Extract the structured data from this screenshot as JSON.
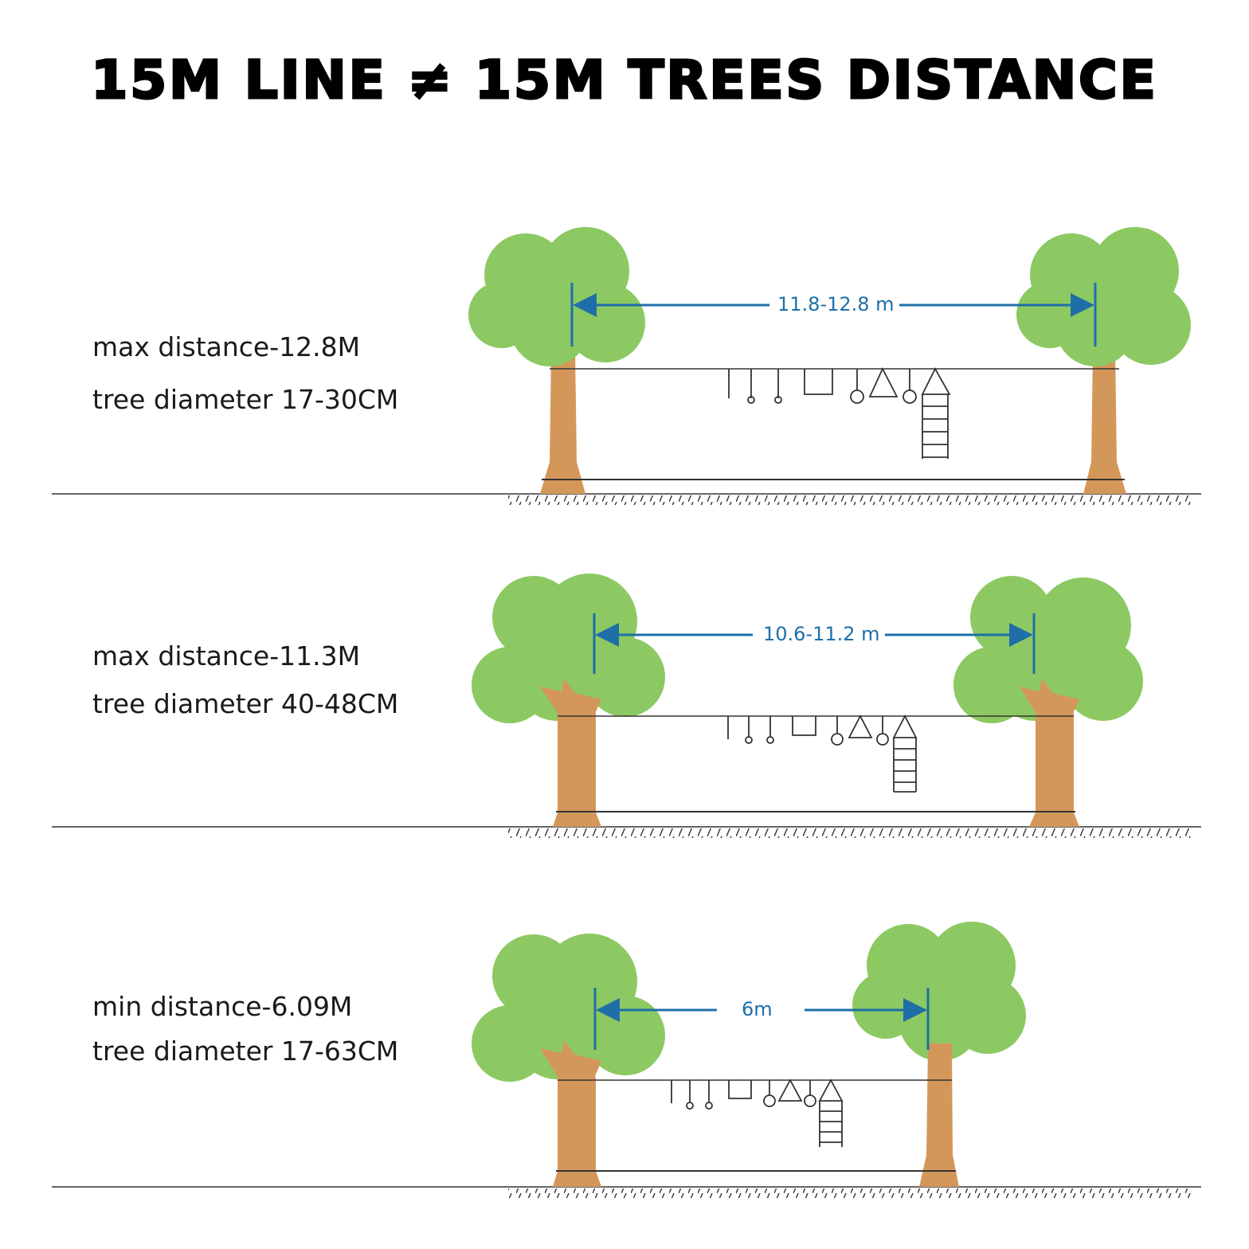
{
  "title": "15M LINE ≠ 15M TREES DISTANCE",
  "colors": {
    "foliage": "#8cc962",
    "trunk": "#d4975a",
    "arrow": "#1e6fa8",
    "line": "#333333"
  },
  "scenes": [
    {
      "distance_label": "max distance-12.8M",
      "diameter_label": "tree diameter 17-30CM",
      "measure_label": "11.8-12.8 m"
    },
    {
      "distance_label": "max distance-11.3M",
      "diameter_label": "tree diameter 40-48CM",
      "measure_label": "10.6-11.2 m"
    },
    {
      "distance_label": "min distance-6.09M",
      "diameter_label": "tree diameter 17-63CM",
      "measure_label": "6m"
    }
  ]
}
